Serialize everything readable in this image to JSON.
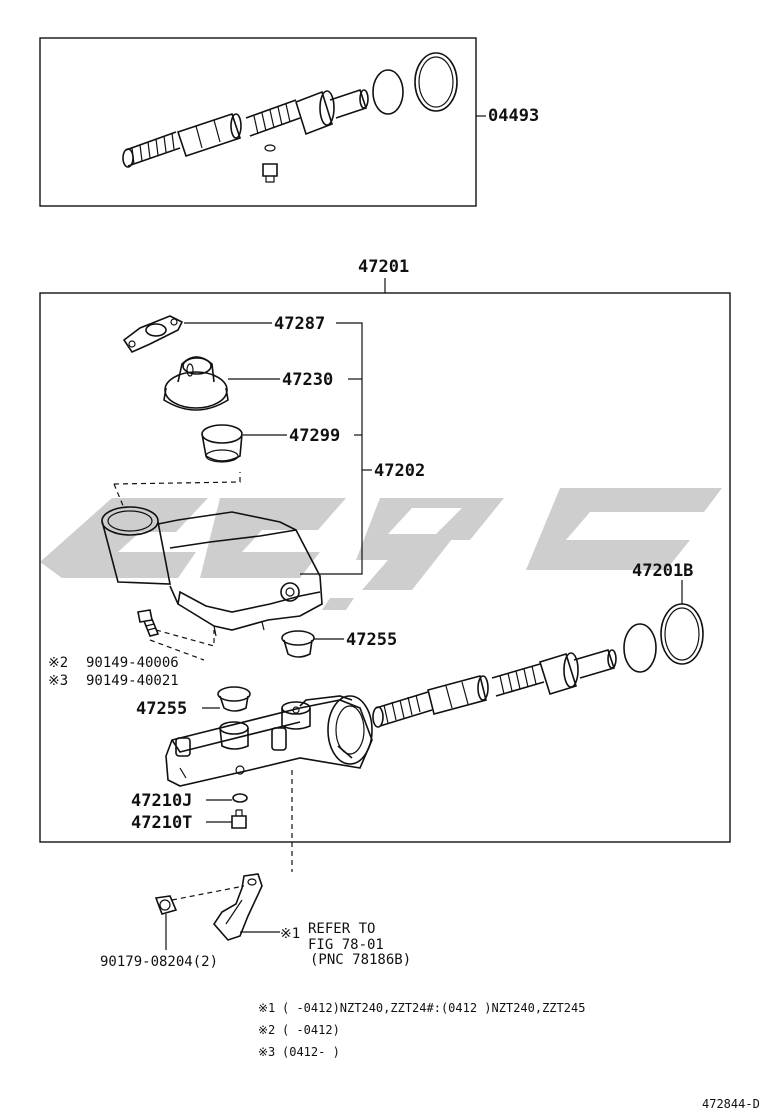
{
  "labels": {
    "kit": "04493",
    "assembly": "47201",
    "gasket": "47287",
    "cap": "47230",
    "strainer": "47299",
    "reservoir": "47202",
    "ring_kit": "47201B",
    "grommet_right": "47255",
    "grommet_left": "47255",
    "bolt_a": "90149-40006",
    "bolt_b": "90149-40021",
    "gasket_j": "47210J",
    "plug_t": "47210T",
    "nut": "90179-08204(2)"
  },
  "marks": {
    "bolt_a": "※2",
    "bolt_b": "※3",
    "bracket": "※1"
  },
  "refer": {
    "line1": "REFER TO",
    "line2": "FIG 78-01",
    "line3": "(PNC 78186B)"
  },
  "notes": [
    {
      "mark": "※1",
      "text": "(      -0412)NZT240,ZZT24#:(0412       )NZT240,ZZT245"
    },
    {
      "mark": "※2",
      "text": "(      -0412)"
    },
    {
      "mark": "※3",
      "text": "(0412-      )"
    }
  ],
  "figure_id": "472844-D",
  "watermark_color": "#8a8a8a"
}
